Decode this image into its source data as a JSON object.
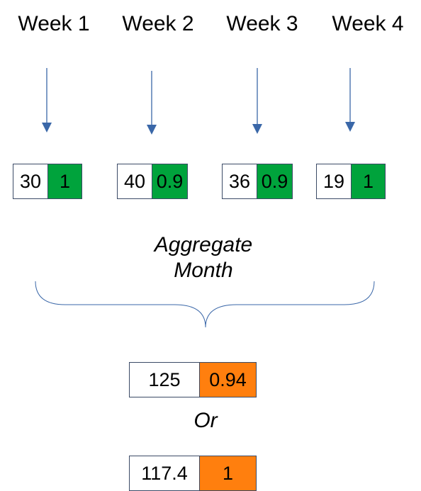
{
  "colors": {
    "arrow": "#3a67a8",
    "week_confidence": "#00a33c",
    "aggregate_confidence": "#ff7f0e",
    "brace": "#3a67a8",
    "border": "#3b4a66"
  },
  "weeks": [
    {
      "label": "Week 1",
      "value": "30",
      "confidence": "1"
    },
    {
      "label": "Week 2",
      "value": "40",
      "confidence": "0.9"
    },
    {
      "label": "Week 3",
      "value": "36",
      "confidence": "0.9"
    },
    {
      "label": "Week 4",
      "value": "19",
      "confidence": "1"
    }
  ],
  "aggregate": {
    "label_line1": "Aggregate",
    "label_line2": "Month",
    "or_label": "Or",
    "options": [
      {
        "value": "125",
        "confidence": "0.94"
      },
      {
        "value": "117.4",
        "confidence": "1"
      }
    ]
  }
}
